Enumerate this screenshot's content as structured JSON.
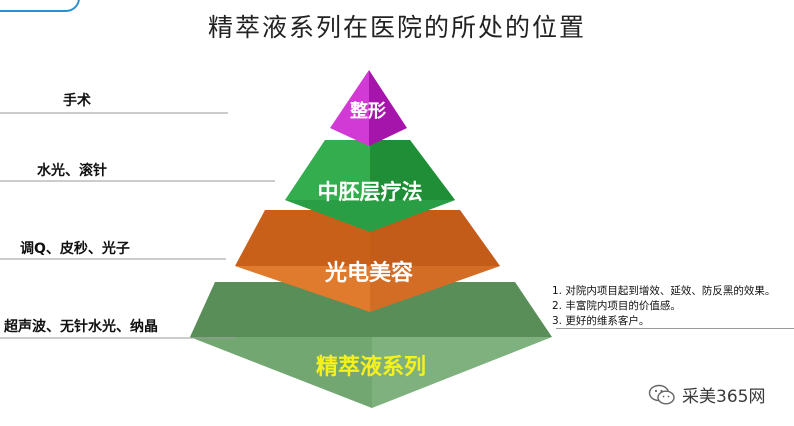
{
  "title": "精萃液系列在医院的所处的位置",
  "tiers": [
    {
      "label": "整形",
      "color": "#c321c8",
      "text_color": "#ffffff"
    },
    {
      "label": "中胚层疗法",
      "color": "#2ea84a",
      "text_color": "#ffffff"
    },
    {
      "label": "光电美容",
      "color": "#d86a1e",
      "text_color": "#ffffff"
    },
    {
      "label": "精萃液系列",
      "color": "#6fa56e",
      "text_color": "#f5f01e"
    }
  ],
  "left_labels": [
    "手术",
    "水光、滚针",
    "调Q、皮秒、光子",
    "超声波、无针水光、纳晶"
  ],
  "notes": [
    "1. 对院内项目起到增效、延效、防反黑的效果。",
    "2. 丰富院内项目的价值感。",
    "3. 更好的维系客户。"
  ],
  "watermark": {
    "text": "采美365网",
    "icon": "wechat-icon"
  }
}
